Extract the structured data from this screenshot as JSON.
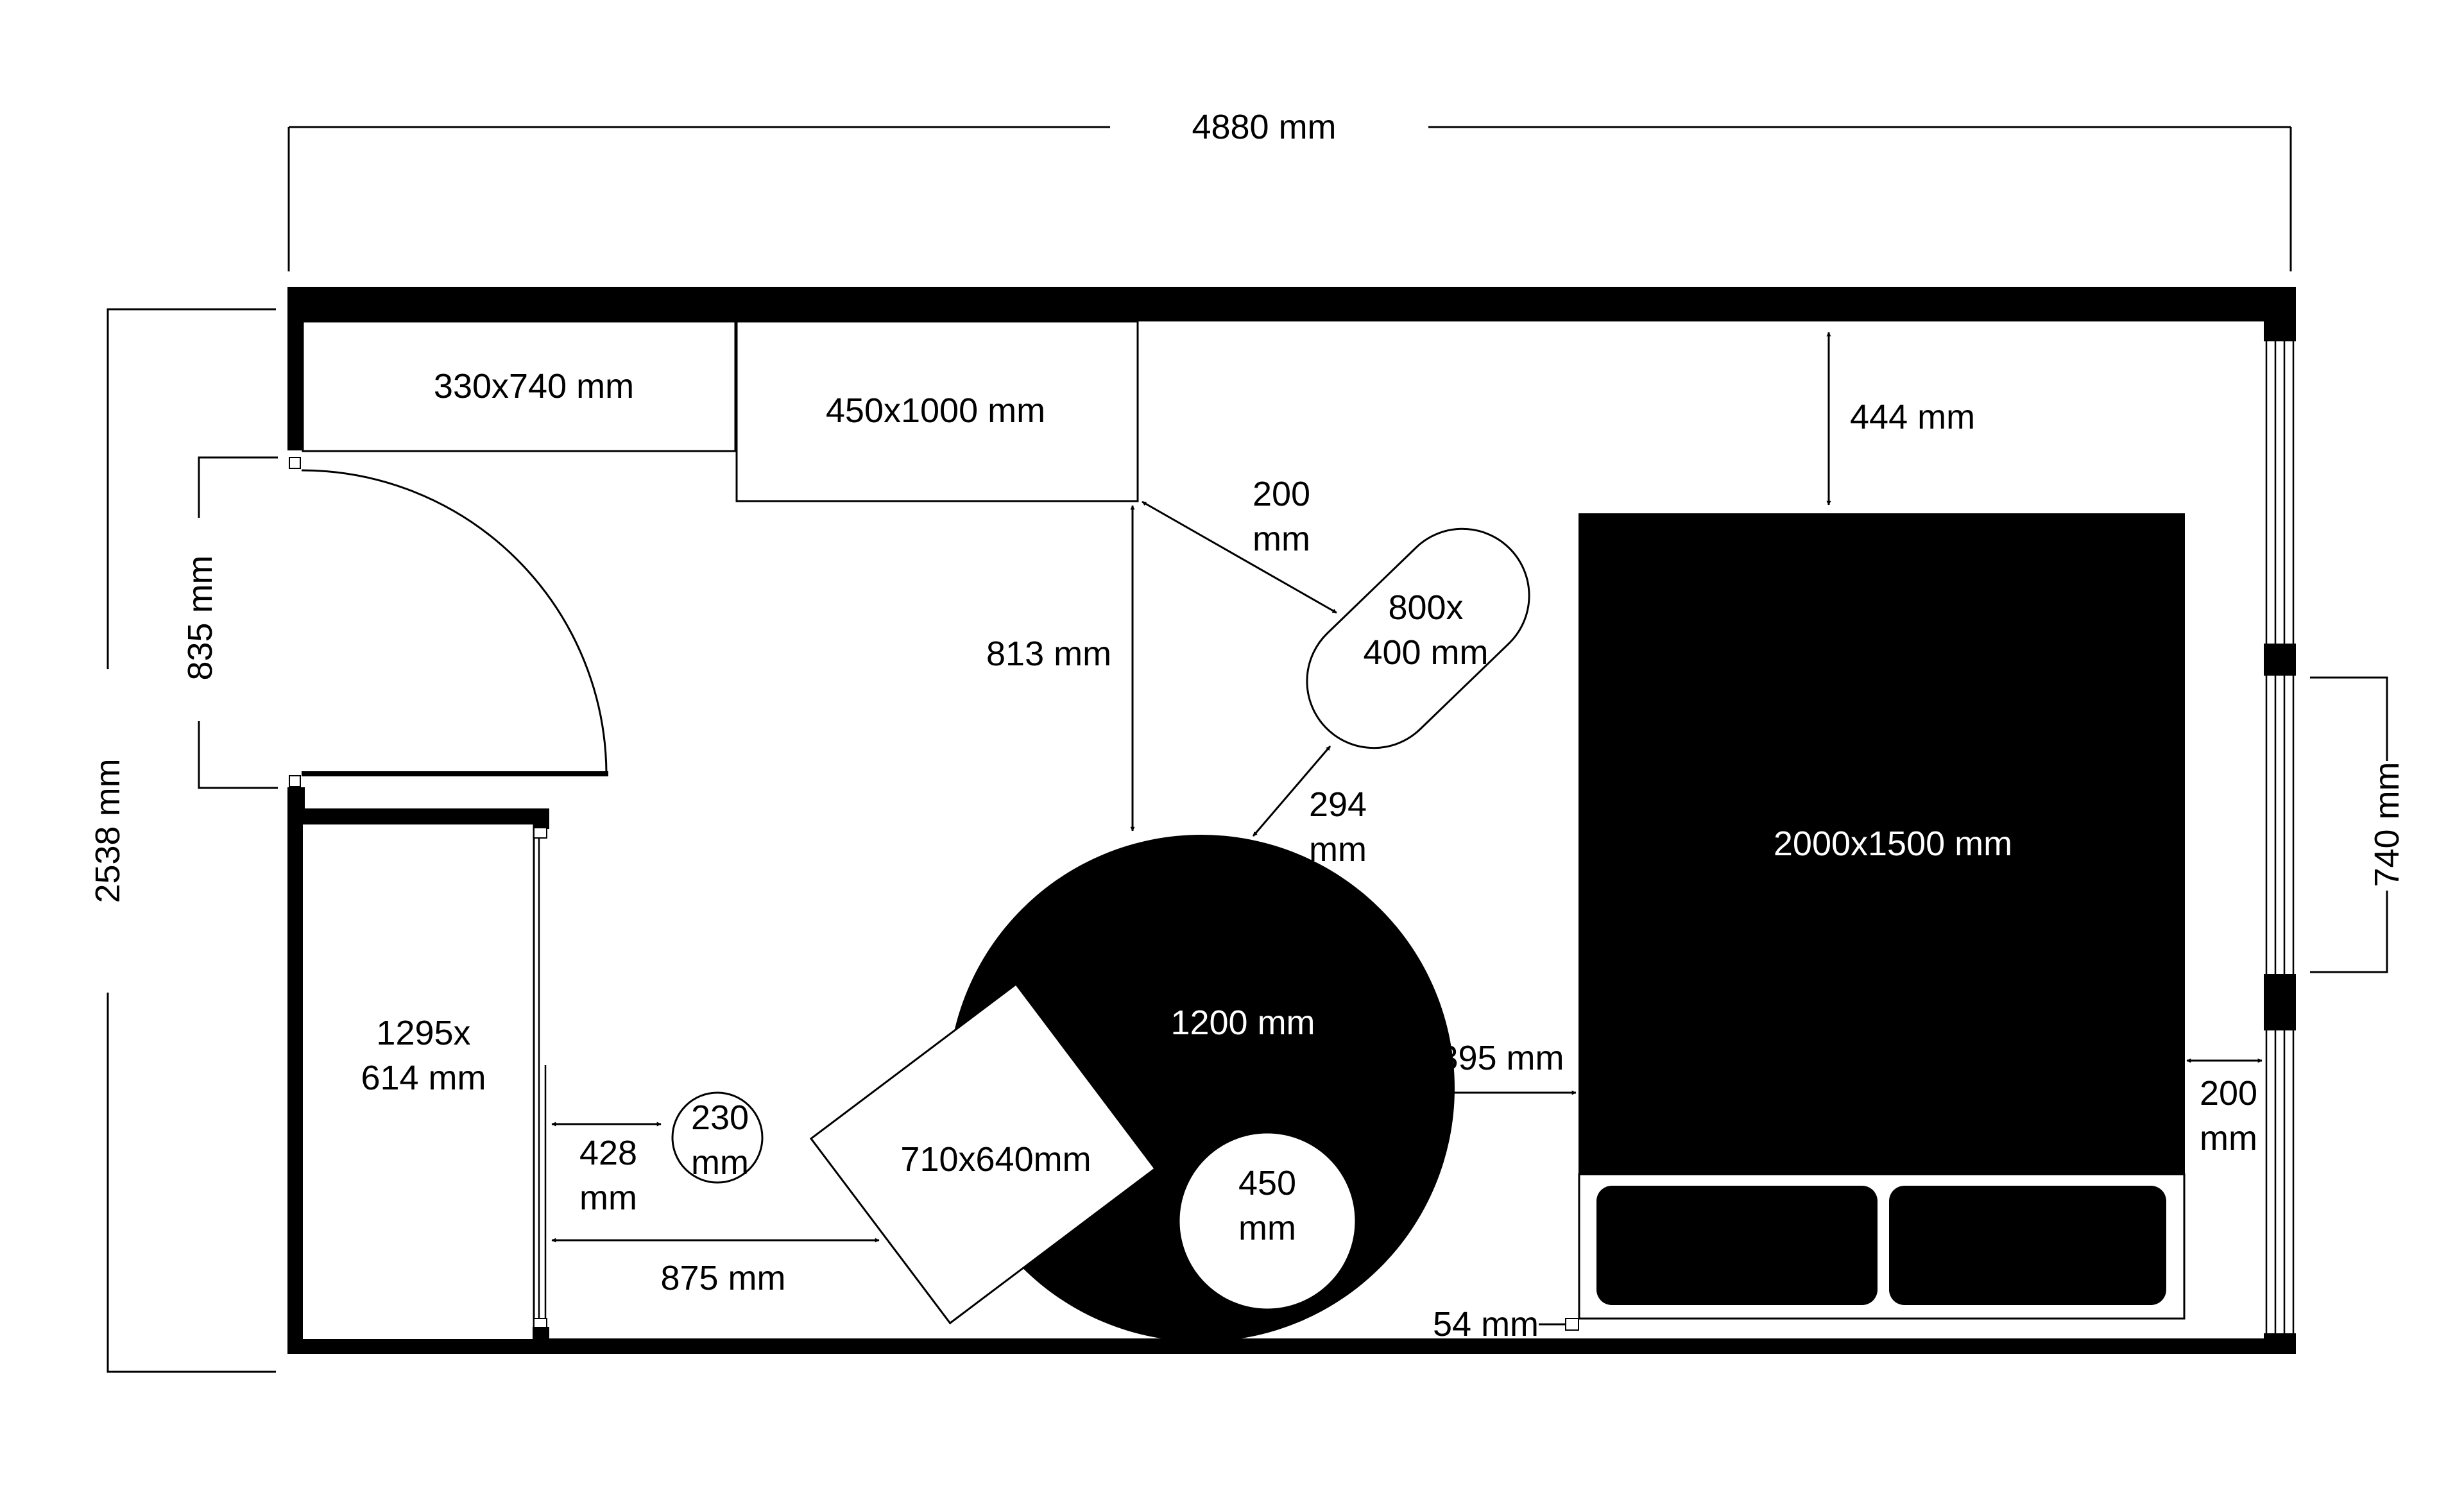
{
  "labels": {
    "overall_width": "4880 mm",
    "overall_height": "2538 mm",
    "door_width": "835 mm",
    "window_width": "740 mm",
    "cabinet_top_left": "330x740 mm",
    "desk": "450x1000 mm",
    "bed": "2000x1500 mm",
    "bed_to_wall": "444 mm",
    "gap_desk_oval_1": "200",
    "gap_desk_oval_2": "mm",
    "oval_table_1": "800x",
    "oval_table_2": "400 mm",
    "desk_to_round_table": "813 mm",
    "gap_oval_round_1": "294",
    "gap_oval_round_2": "mm",
    "round_table": "1200 mm",
    "round_to_bed": "395 mm",
    "bed_to_window_1": "200",
    "bed_to_window_2": "mm",
    "wardrobe_1": "1295x",
    "wardrobe_2": "614 mm",
    "gap_wardrobe_stool_1": "428",
    "gap_wardrobe_stool_2": "mm",
    "stool_1": "230",
    "stool_2": "mm",
    "rug": "710x640mm",
    "small_table_1": "450",
    "small_table_2": "mm",
    "wardrobe_to_rug": "875 mm",
    "bed_gap_bottom": "54 mm"
  },
  "colors": {
    "ink": "#000000",
    "paper": "#ffffff"
  }
}
